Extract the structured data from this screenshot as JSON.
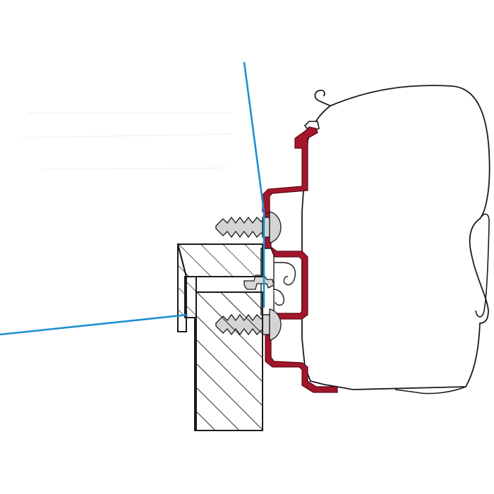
{
  "diagram": {
    "colors": {
      "background": "#ffffff",
      "outline": "#1a1a1a",
      "wall_line": "#1e8fd0",
      "bracket_fill": "#a3162b",
      "bracket_edge": "#5c0712",
      "screw_fill": "#d4d4d4",
      "hatch": "#1a1a1a"
    },
    "components": [
      "awning-cassette",
      "awning-hook",
      "adapter-bracket",
      "upper-screw",
      "lower-screw",
      "awning-rail",
      "rail-clamp",
      "roof-profile",
      "wall-profile",
      "wall-line-upper",
      "wall-line-roof"
    ]
  }
}
